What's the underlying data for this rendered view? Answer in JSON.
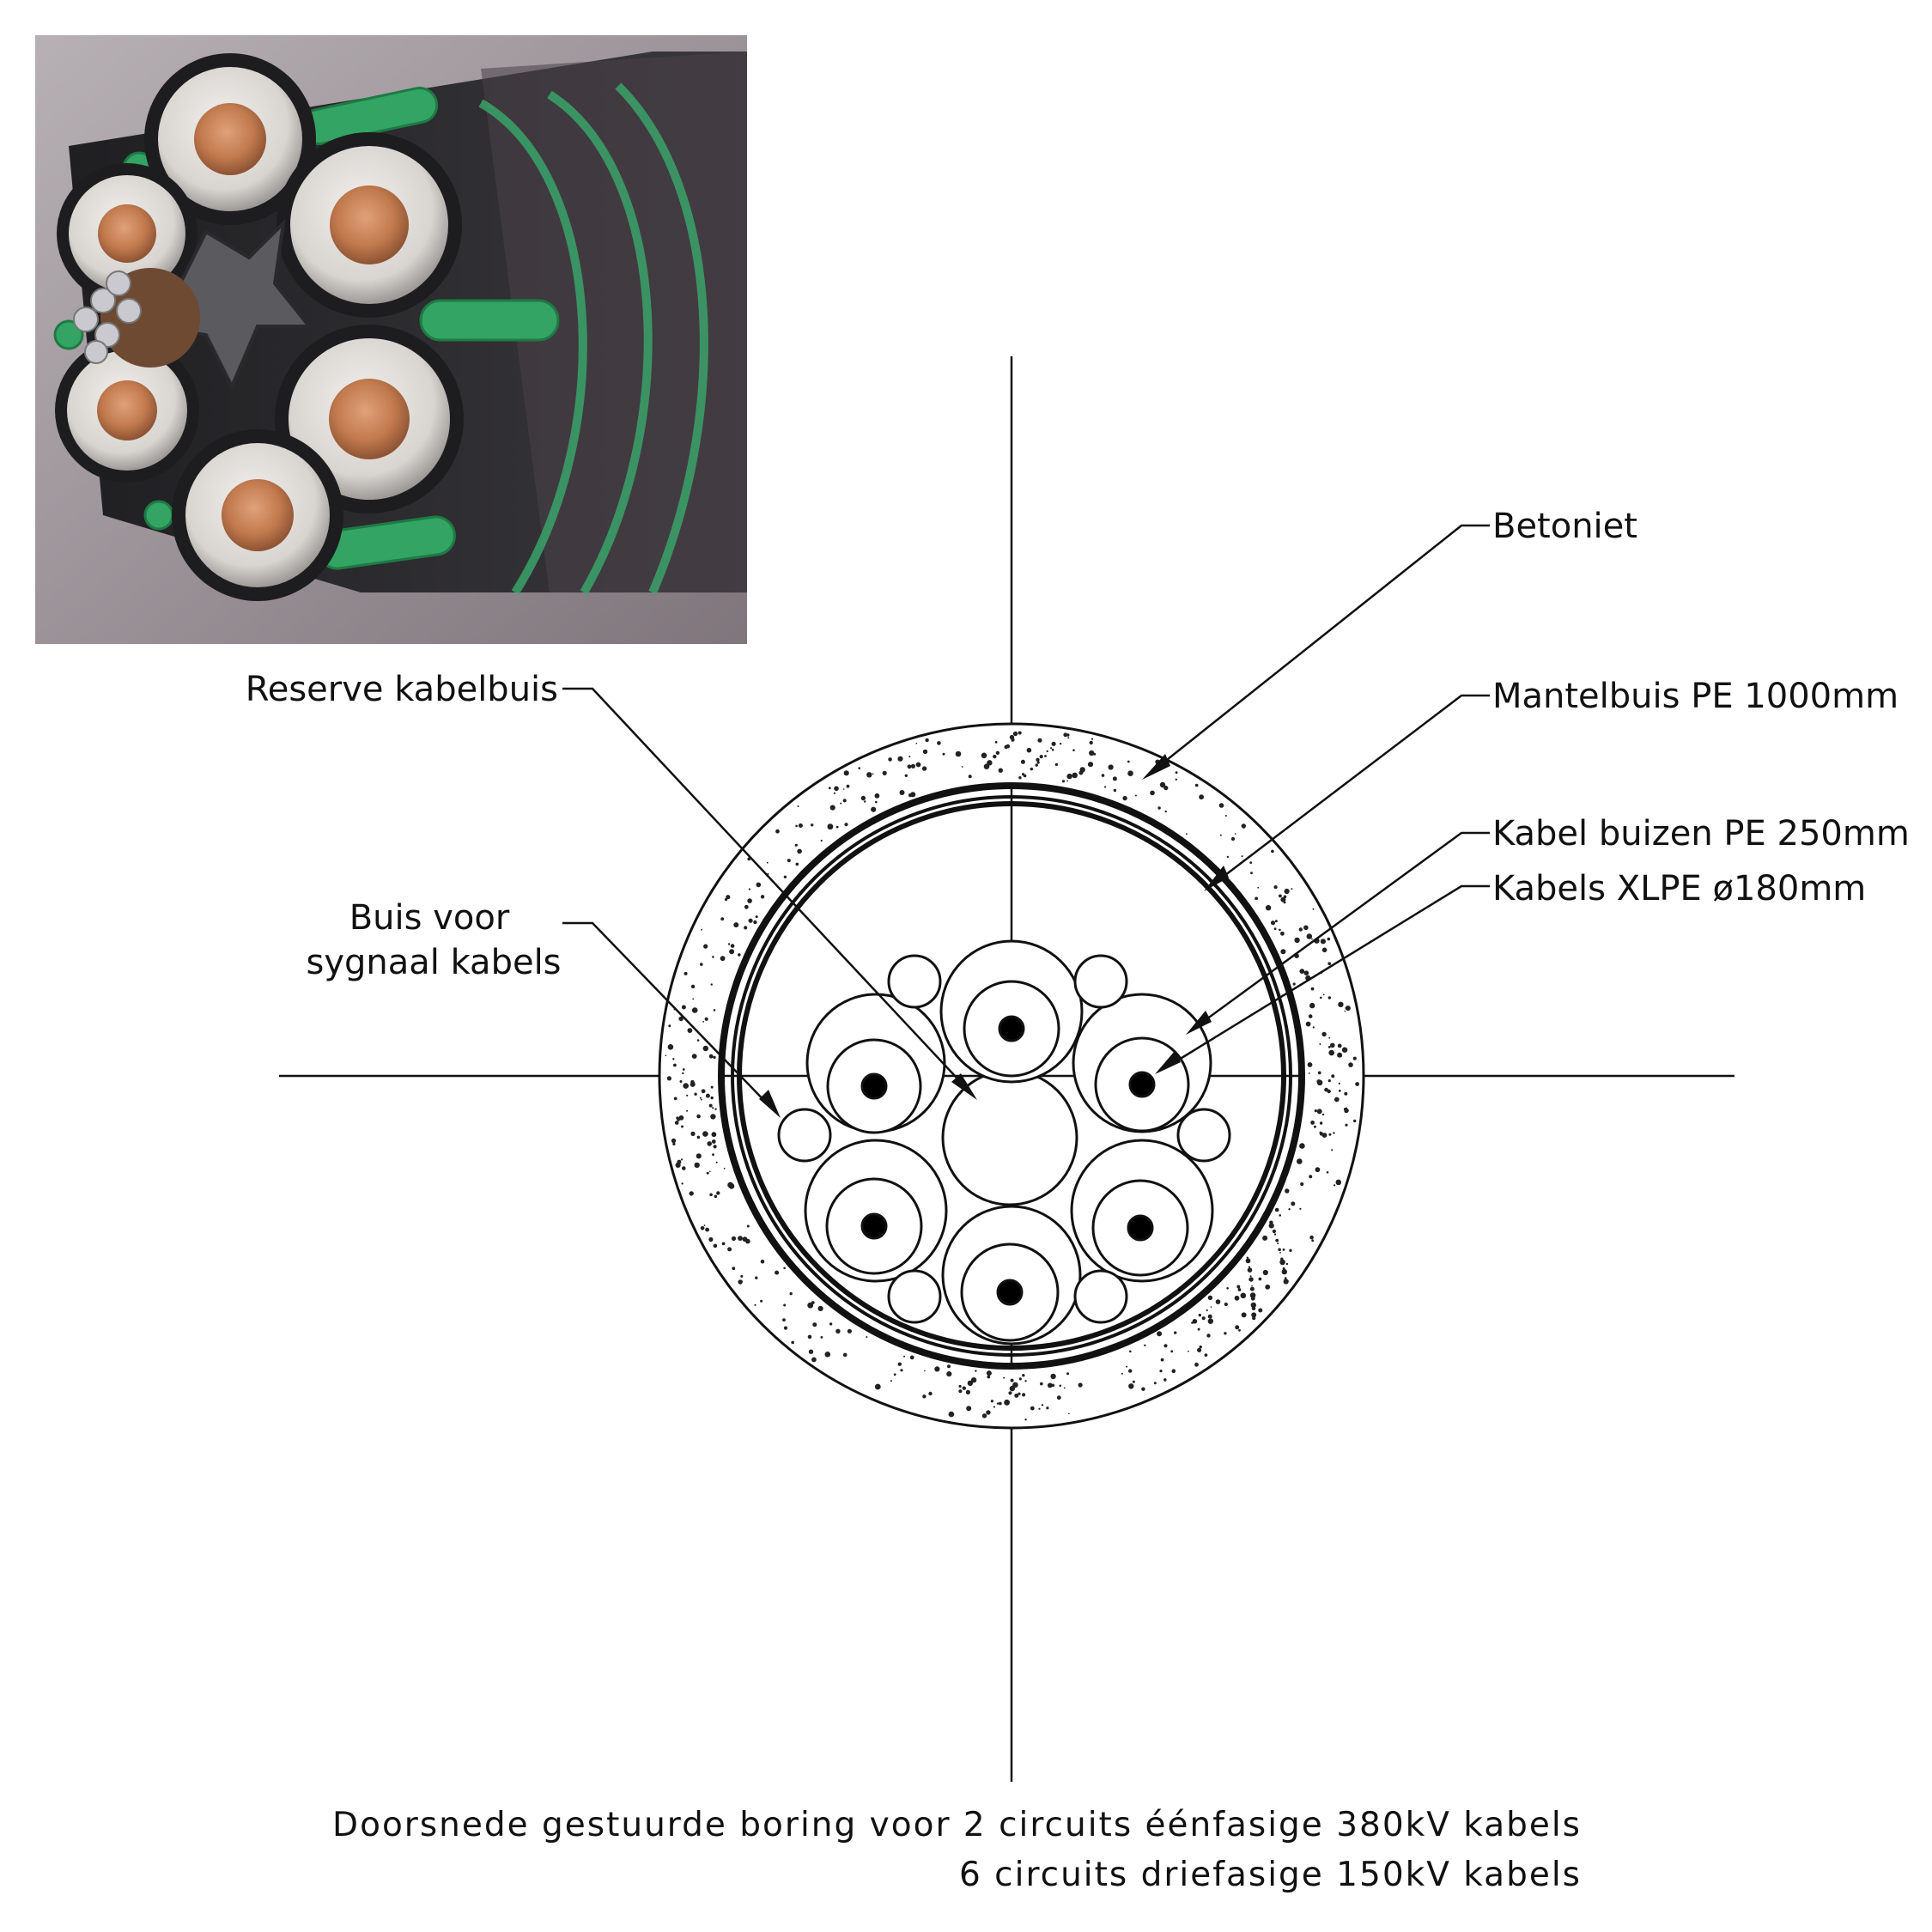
{
  "labels": {
    "betoniet": "Betoniet",
    "mantelbuis": "Mantelbuis PE 1000mm",
    "kabel_buizen": "Kabel buizen PE 250mm",
    "kabels_xlpe": "Kabels XLPE ø180mm",
    "reserve": "Reserve kabelbuis",
    "buis_voor_1": "Buis voor",
    "buis_voor_2": "sygnaal kabels"
  },
  "caption": {
    "line1": "Doorsnede gestuurde boring voor 2 circuits éénfasige 380kV kabels",
    "line2": "6 circuits driefasige 150kV kabels"
  },
  "colors": {
    "ink": "#111111",
    "concrete_speckle": "#222222",
    "copper": "#c27a4e",
    "insulation": "#e6e3df",
    "jacket": "#2a2a2c",
    "green_tube": "#2e9a5a",
    "photo_bg": "#9a9096"
  }
}
